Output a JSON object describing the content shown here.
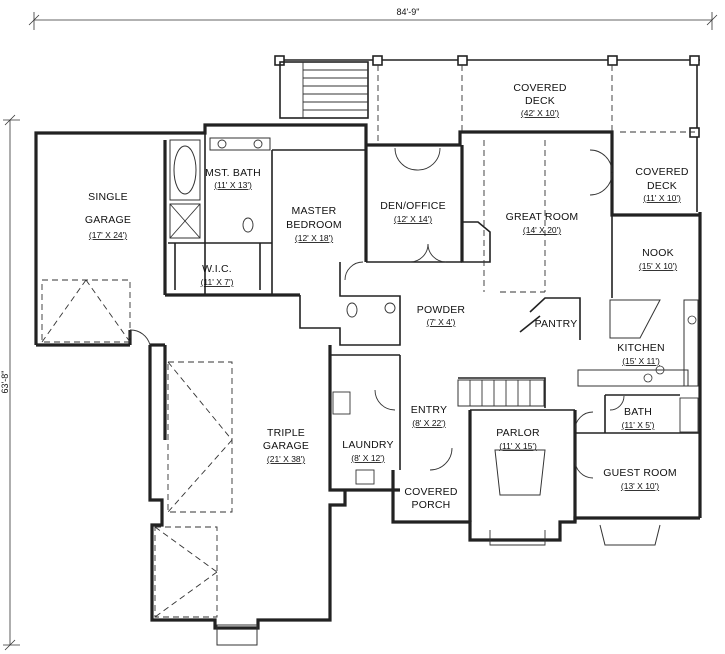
{
  "dimensions": {
    "overall_width": "84'-9\"",
    "overall_depth": "63'-8\""
  },
  "rooms": {
    "single_garage": {
      "name": "SINGLE",
      "name2": "GARAGE",
      "size": "(17' X 24')"
    },
    "master_bath": {
      "name": "MST. BATH",
      "size": "(11' X 13')"
    },
    "master_bedroom": {
      "name": "MASTER",
      "name2": "BEDROOM",
      "size": "(12' X 18')"
    },
    "wic": {
      "name": "W.I.C.",
      "size": "(11' X 7')"
    },
    "den_office": {
      "name": "DEN/OFFICE",
      "size": "(12' X 14')"
    },
    "covered_deck": {
      "name": "COVERED",
      "name2": "DECK",
      "size": "(42' X 10')"
    },
    "covered_deck_2": {
      "name": "COVERED",
      "name2": "DECK",
      "size": "(11' X 10')"
    },
    "great_room": {
      "name": "GREAT ROOM",
      "size": "(14' X 20')"
    },
    "nook": {
      "name": "NOOK",
      "size": "(15' X 10')"
    },
    "powder": {
      "name": "POWDER",
      "size": "(7' X 4')"
    },
    "pantry": {
      "name": "PANTRY"
    },
    "kitchen": {
      "name": "KITCHEN",
      "size": "(15' X 11')"
    },
    "triple_garage": {
      "name": "TRIPLE",
      "name2": "GARAGE",
      "size": "(21' X 38')"
    },
    "entry": {
      "name": "ENTRY",
      "size": "(8' X 22')"
    },
    "laundry": {
      "name": "LAUNDRY",
      "size": "(8' X 12')"
    },
    "parlor": {
      "name": "PARLOR",
      "size": "(11' X 15')"
    },
    "bath": {
      "name": "BATH",
      "size": "(11' X 5')"
    },
    "guest_room": {
      "name": "GUEST ROOM",
      "size": "(13' X 10')"
    },
    "covered_porch": {
      "name": "COVERED",
      "name2": "PORCH"
    }
  }
}
